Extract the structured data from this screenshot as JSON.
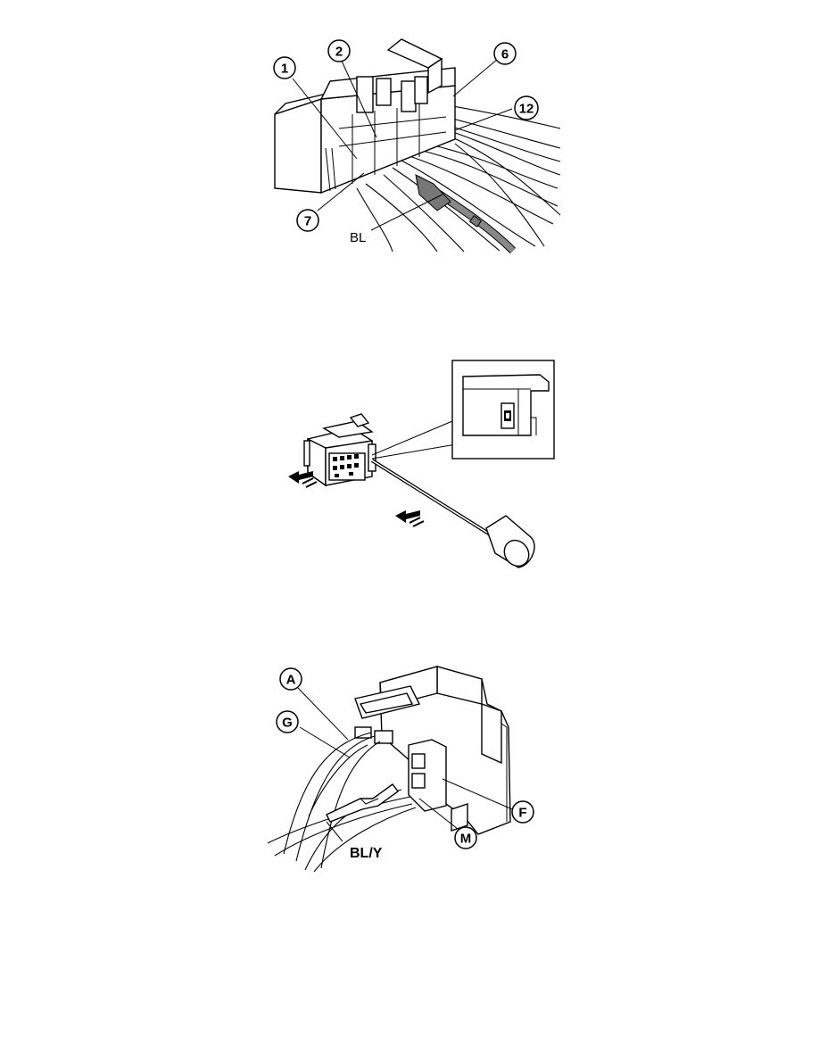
{
  "figure1": {
    "callouts": [
      "1",
      "2",
      "6",
      "12",
      "7"
    ],
    "label": "BL"
  },
  "figure2": {},
  "figure3": {
    "callouts": [
      "A",
      "G",
      "F",
      "M"
    ],
    "label": "BL/Y"
  }
}
